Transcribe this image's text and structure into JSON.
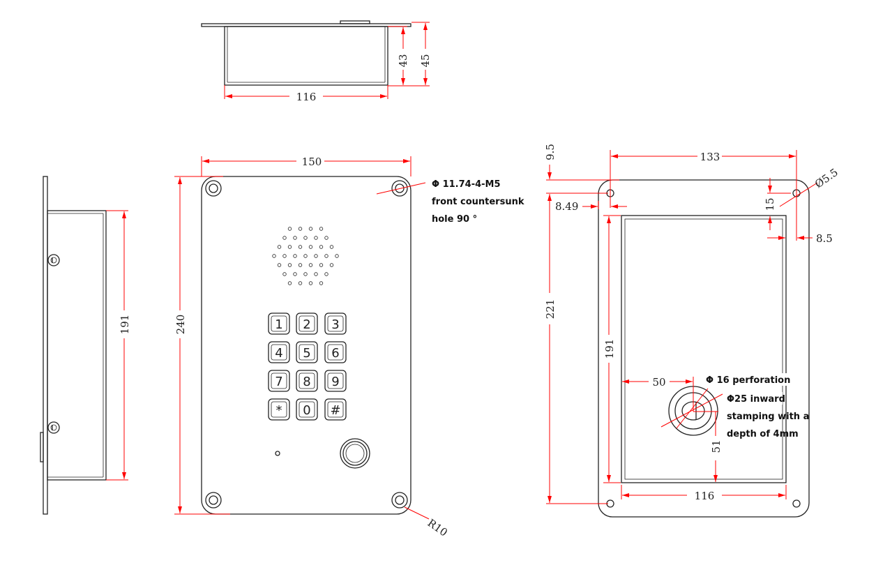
{
  "top_view": {
    "width": "116",
    "height_inner": "43",
    "height_outer": "45"
  },
  "side_view": {
    "height": "191"
  },
  "front_view": {
    "width": "150",
    "height": "240",
    "corner_radius": "R10",
    "hole_note": [
      "Φ 11.74-4-M5",
      "front countersunk",
      "hole 90 °"
    ],
    "keys": [
      "1",
      "2",
      "3",
      "4",
      "5",
      "6",
      "7",
      "8",
      "9",
      "*",
      "0",
      "#"
    ]
  },
  "back_view": {
    "hole_spacing": "133",
    "top_offset": "9.5",
    "left_offset": "8.49",
    "hole_diameter": "Ø5.5",
    "hole_to_cutout": "15",
    "right_offset": "8.5",
    "vertical_spacing": "221",
    "cutout_height": "191",
    "cutout_width": "116",
    "stamp_x": "50",
    "stamp_y": "51",
    "stamp_note": [
      "Φ 16 perforation",
      "Φ25 inward",
      "stamping with a",
      "depth of 4mm"
    ]
  }
}
